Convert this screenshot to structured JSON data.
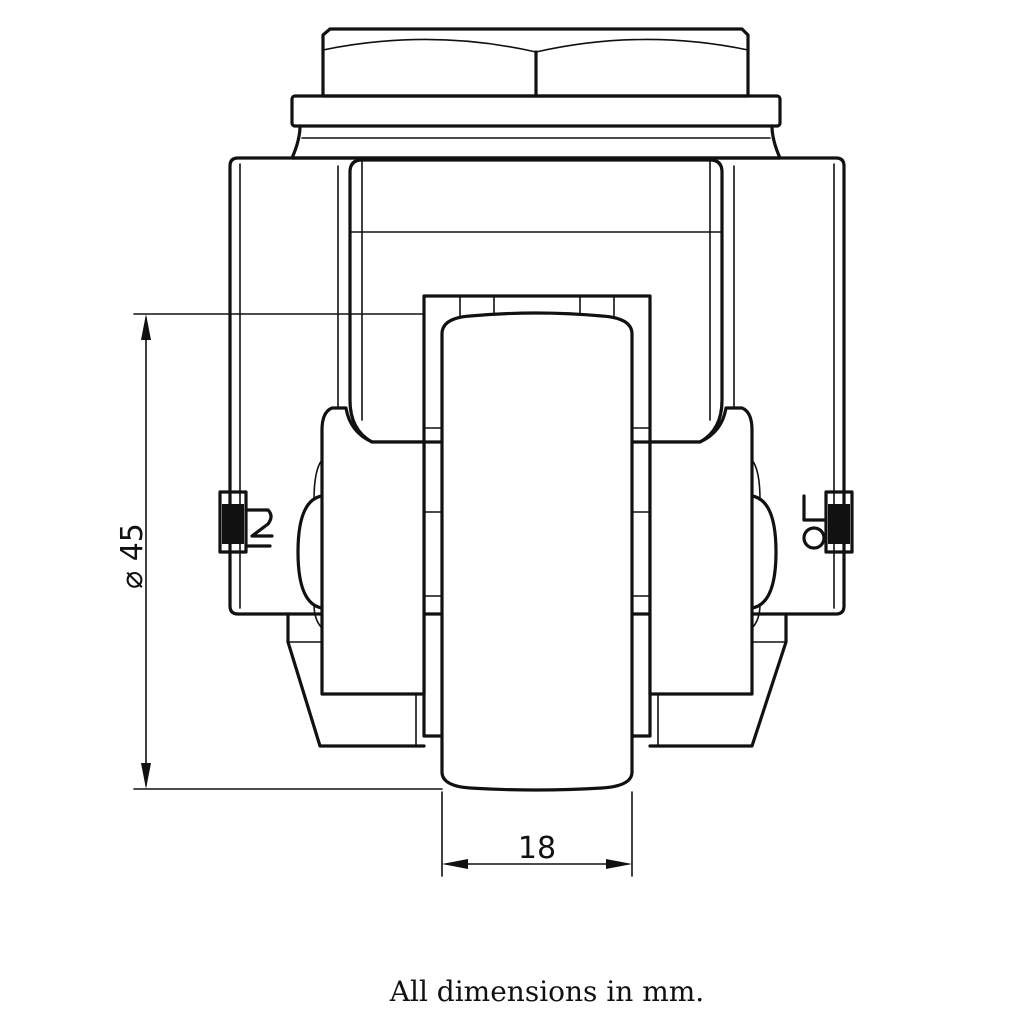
{
  "dimensions": {
    "wheel_diameter": "⌀ 45",
    "wheel_width": "18"
  },
  "caption": "All dimensions in mm.",
  "colors": {
    "line": "#111111",
    "background": "#ffffff"
  }
}
